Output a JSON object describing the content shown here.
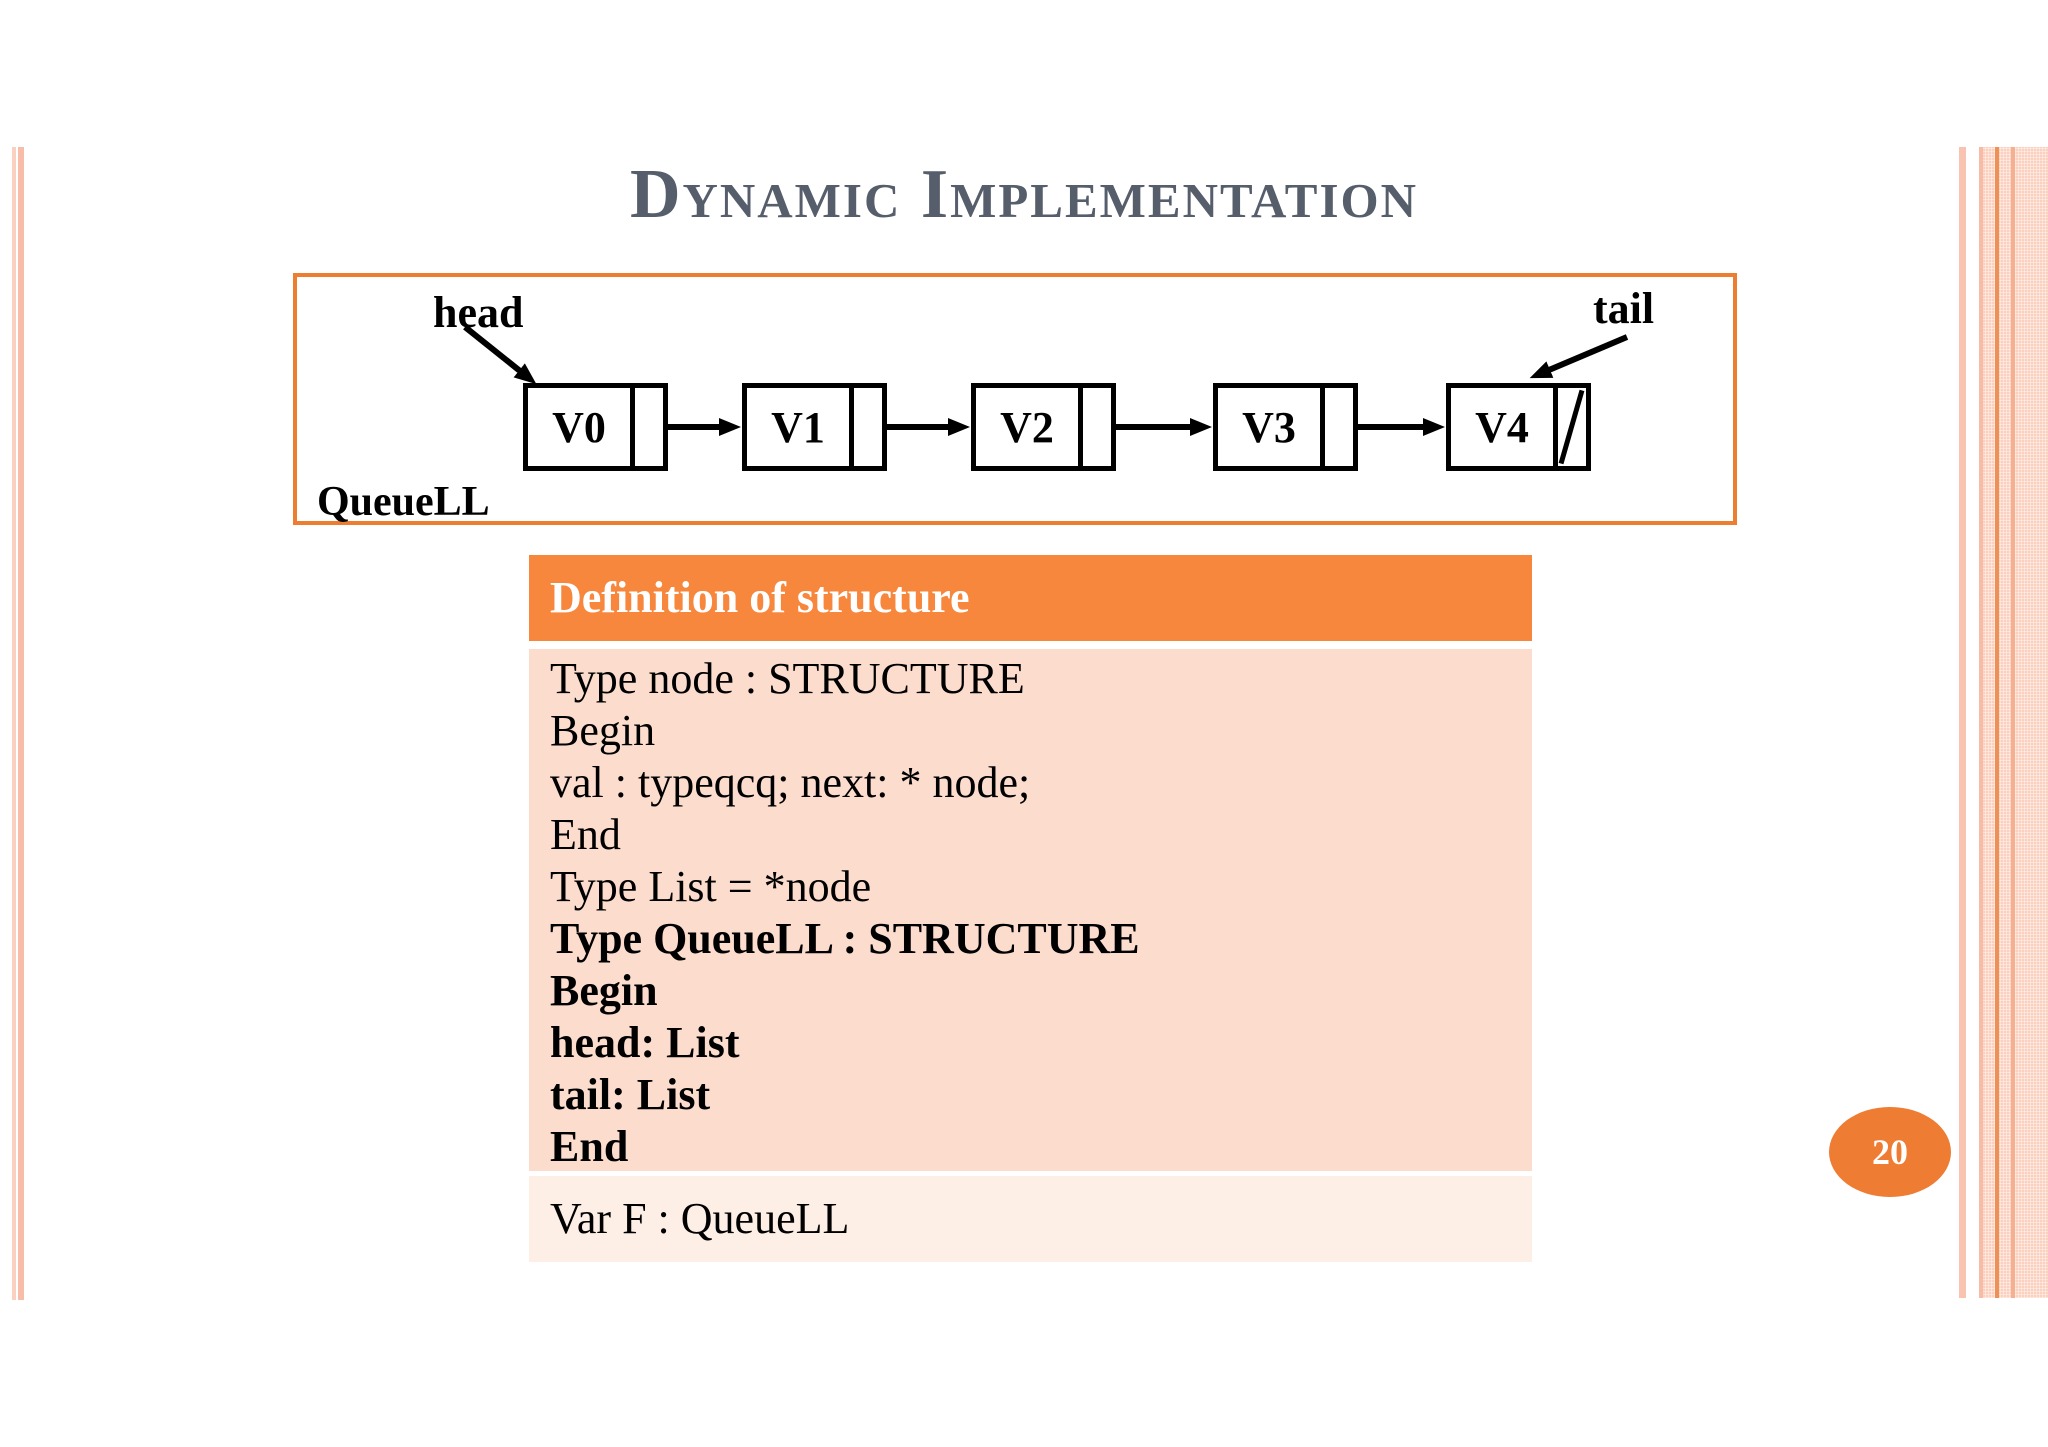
{
  "title": "Dynamic Implementation",
  "page_number": "20",
  "diagram": {
    "head_label": "head",
    "tail_label": "tail",
    "container_label": "QueueLL",
    "nodes": [
      "V0",
      "V1",
      "V2",
      "V3",
      "V4"
    ],
    "last_node_next": "null"
  },
  "definition": {
    "header": "Definition of structure",
    "code_lines": [
      {
        "text": "Type node : STRUCTURE",
        "bold": false
      },
      {
        "text": "Begin",
        "bold": false
      },
      {
        "text": "val : typeqcq; next: * node;",
        "bold": false
      },
      {
        "text": "End",
        "bold": false
      },
      {
        "text": "Type List = *node",
        "bold": false
      },
      {
        "text": "Type QueueLL : STRUCTURE",
        "bold": true
      },
      {
        "text": "Begin",
        "bold": true
      },
      {
        "text": "head: List",
        "bold": true
      },
      {
        "text": "tail: List",
        "bold": true
      },
      {
        "text": "End",
        "bold": true
      }
    ],
    "var_row": "Var F : QueueLL"
  },
  "colors": {
    "accent_orange": "#ed7d31",
    "header_orange": "#f7873d",
    "body_pink": "#fbdccd",
    "footer_pink": "#fdeee6",
    "title_gray": "#565e6c"
  }
}
